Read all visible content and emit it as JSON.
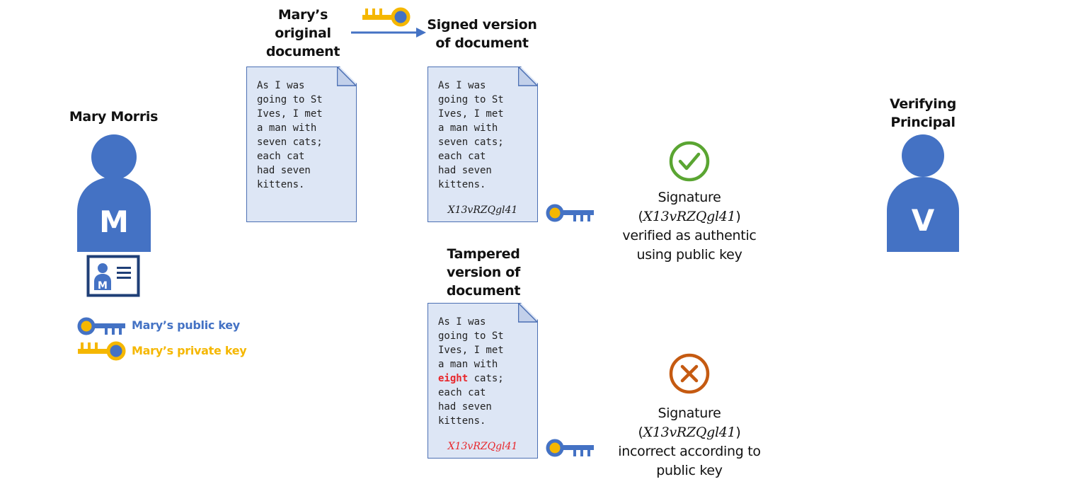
{
  "colors": {
    "public_key": "#4472c4",
    "private_key": "#f5b700",
    "person": "#4472c4",
    "document_fill": "#dde6f5",
    "document_border": "#4b6fb3",
    "check_green": "#5aa532",
    "error_orange": "#c55a11",
    "tamper_red": "#e8262b"
  },
  "signer": {
    "name": "Mary Morris",
    "initial": "M"
  },
  "verifier": {
    "title_line1": "Verifying",
    "title_line2": "Principal",
    "initial": "V"
  },
  "legend": {
    "public_key_label": "Mary’s public key",
    "private_key_label": "Mary’s private key"
  },
  "original": {
    "title_line1": "Mary’s",
    "title_line2": "original",
    "title_line3": "document",
    "text": "As I was\ngoing to St\nIves, I met\na man with\nseven cats;\neach cat\nhad seven\nkittens."
  },
  "signed": {
    "title_line1": "Signed version",
    "title_line2": "of document",
    "text": "As I was\ngoing to St\nIves, I met\na man with\nseven cats;\neach cat\nhad seven\nkittens.",
    "signature": "X13vRZQgl41"
  },
  "tampered": {
    "title_line1": "Tampered",
    "title_line2": "version of",
    "title_line3": "document",
    "text_before": "As I was\ngoing to St\nIves, I met\na man with\n",
    "changed_word": "eight",
    "text_after": " cats;\neach cat\nhad seven\nkittens.",
    "signature": "X13vRZQgl41"
  },
  "result_ok": {
    "line1": "Signature",
    "open_paren": "(",
    "code": "X13vRZQgl41",
    "close_paren": ")",
    "line3": "verified as authentic",
    "line4": "using public key"
  },
  "result_bad": {
    "line1": "Signature",
    "open_paren": "(",
    "code": "X13vRZQgl41",
    "close_paren": ")",
    "line3": "incorrect according to",
    "line4": "public key"
  },
  "icons": {
    "signer_avatar": "person-icon",
    "id_card": "id-card-icon",
    "public_key": "key-icon",
    "private_key": "key-icon",
    "sign_arrow": "arrow-right-icon",
    "verified": "check-circle-icon",
    "rejected": "x-circle-icon",
    "verifier_avatar": "person-icon"
  }
}
